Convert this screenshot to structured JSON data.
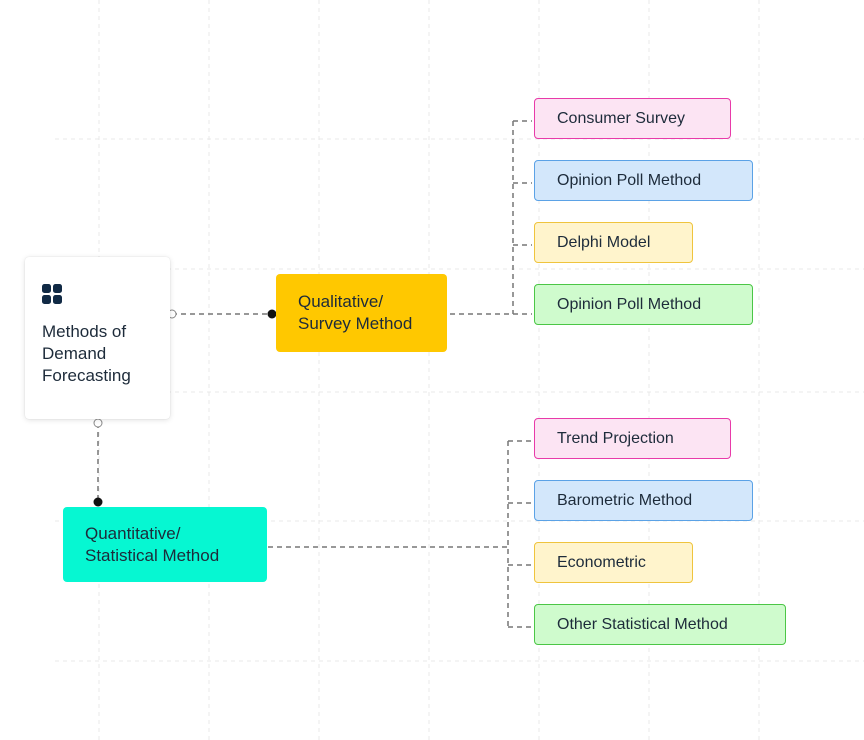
{
  "root": {
    "title": "Methods of\nDemand\nForecasting",
    "icon": "grid-icon"
  },
  "branches": [
    {
      "id": "qualitative",
      "label": "Qualitative/\nSurvey Method",
      "color": "#ffc800",
      "leaves": [
        {
          "label": "Consumer Survey",
          "color": "pink"
        },
        {
          "label": "Opinion Poll Method",
          "color": "blue"
        },
        {
          "label": "Delphi Model",
          "color": "yellow"
        },
        {
          "label": "Opinion Poll Method",
          "color": "green"
        }
      ]
    },
    {
      "id": "quantitative",
      "label": "Quantitative/\nStatistical Method",
      "color": "#06f7d2",
      "leaves": [
        {
          "label": "Trend Projection",
          "color": "pink"
        },
        {
          "label": "Barometric Method",
          "color": "blue"
        },
        {
          "label": "Econometric",
          "color": "yellow"
        },
        {
          "label": "Other Statistical Method",
          "color": "green"
        }
      ]
    }
  ],
  "palette": {
    "pink": {
      "fill": "#fce4f3",
      "stroke": "#e83aa9"
    },
    "blue": {
      "fill": "#d3e7fb",
      "stroke": "#5ba2e6"
    },
    "yellow": {
      "fill": "#fff4cc",
      "stroke": "#efc43d"
    },
    "green": {
      "fill": "#cffbcd",
      "stroke": "#4bc646"
    }
  }
}
